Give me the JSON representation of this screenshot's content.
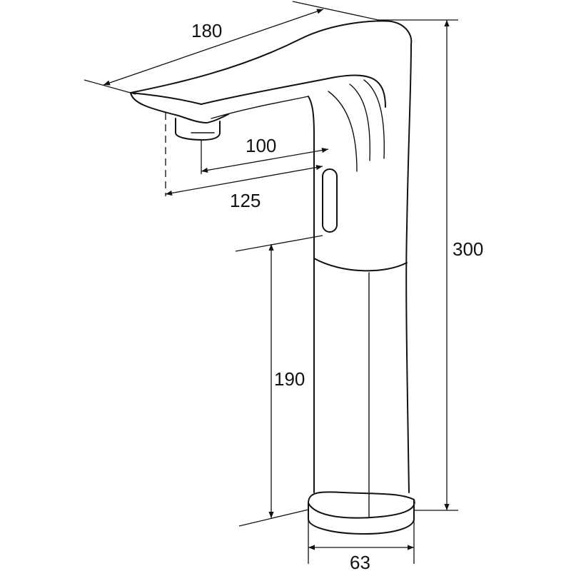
{
  "dimensions": {
    "spout_length": "180",
    "spout_reach": "100",
    "outlet_reach": "125",
    "total_height": "300",
    "sensor_height": "190",
    "base_diameter": "63"
  }
}
